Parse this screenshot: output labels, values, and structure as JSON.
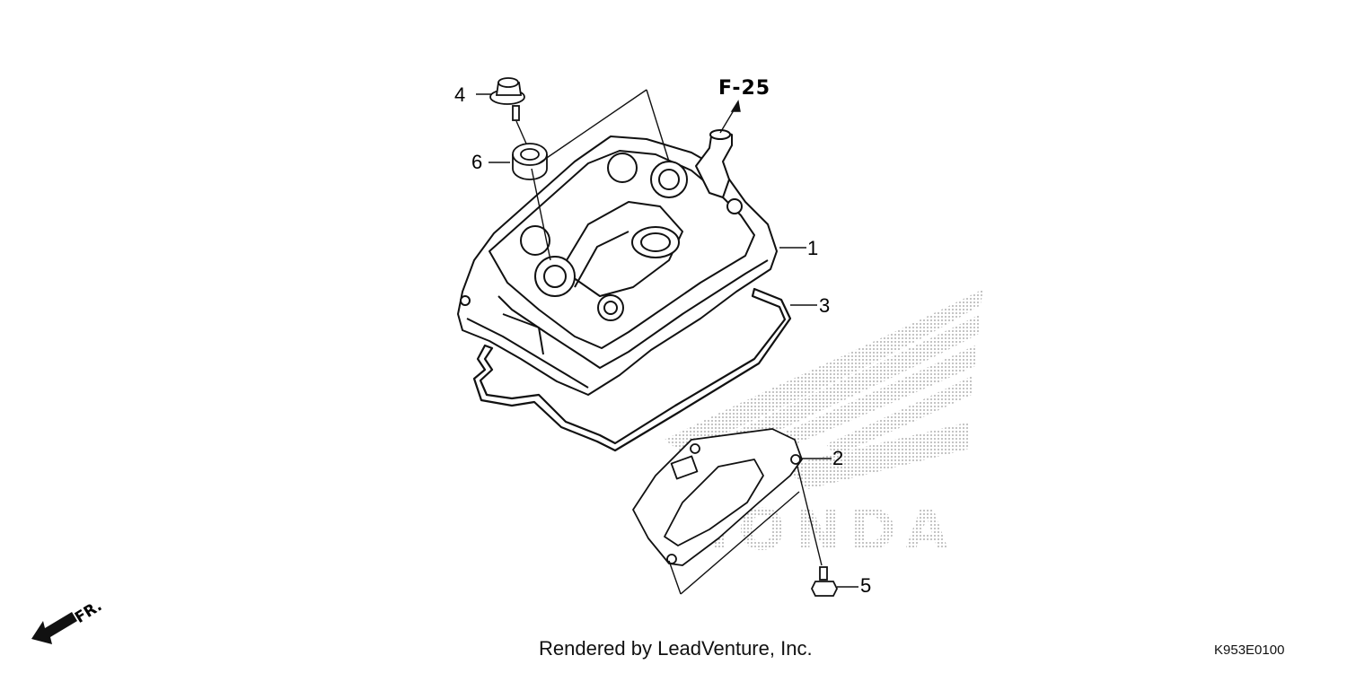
{
  "callouts": {
    "p1": "1",
    "p2": "2",
    "p3": "3",
    "p4": "4",
    "p5": "5",
    "p6": "6"
  },
  "reference": "F-25",
  "direction_label": "FR.",
  "footer": {
    "credit": "Rendered by LeadVenture, Inc.",
    "diagram_code": "K953E0100"
  },
  "watermark": {
    "description": "Honda wing logo watermark (dot-stippled)",
    "logo_text": "HONDA"
  },
  "colors": {
    "line": "#111111",
    "watermark": "#c8c8c8",
    "background": "#ffffff"
  }
}
